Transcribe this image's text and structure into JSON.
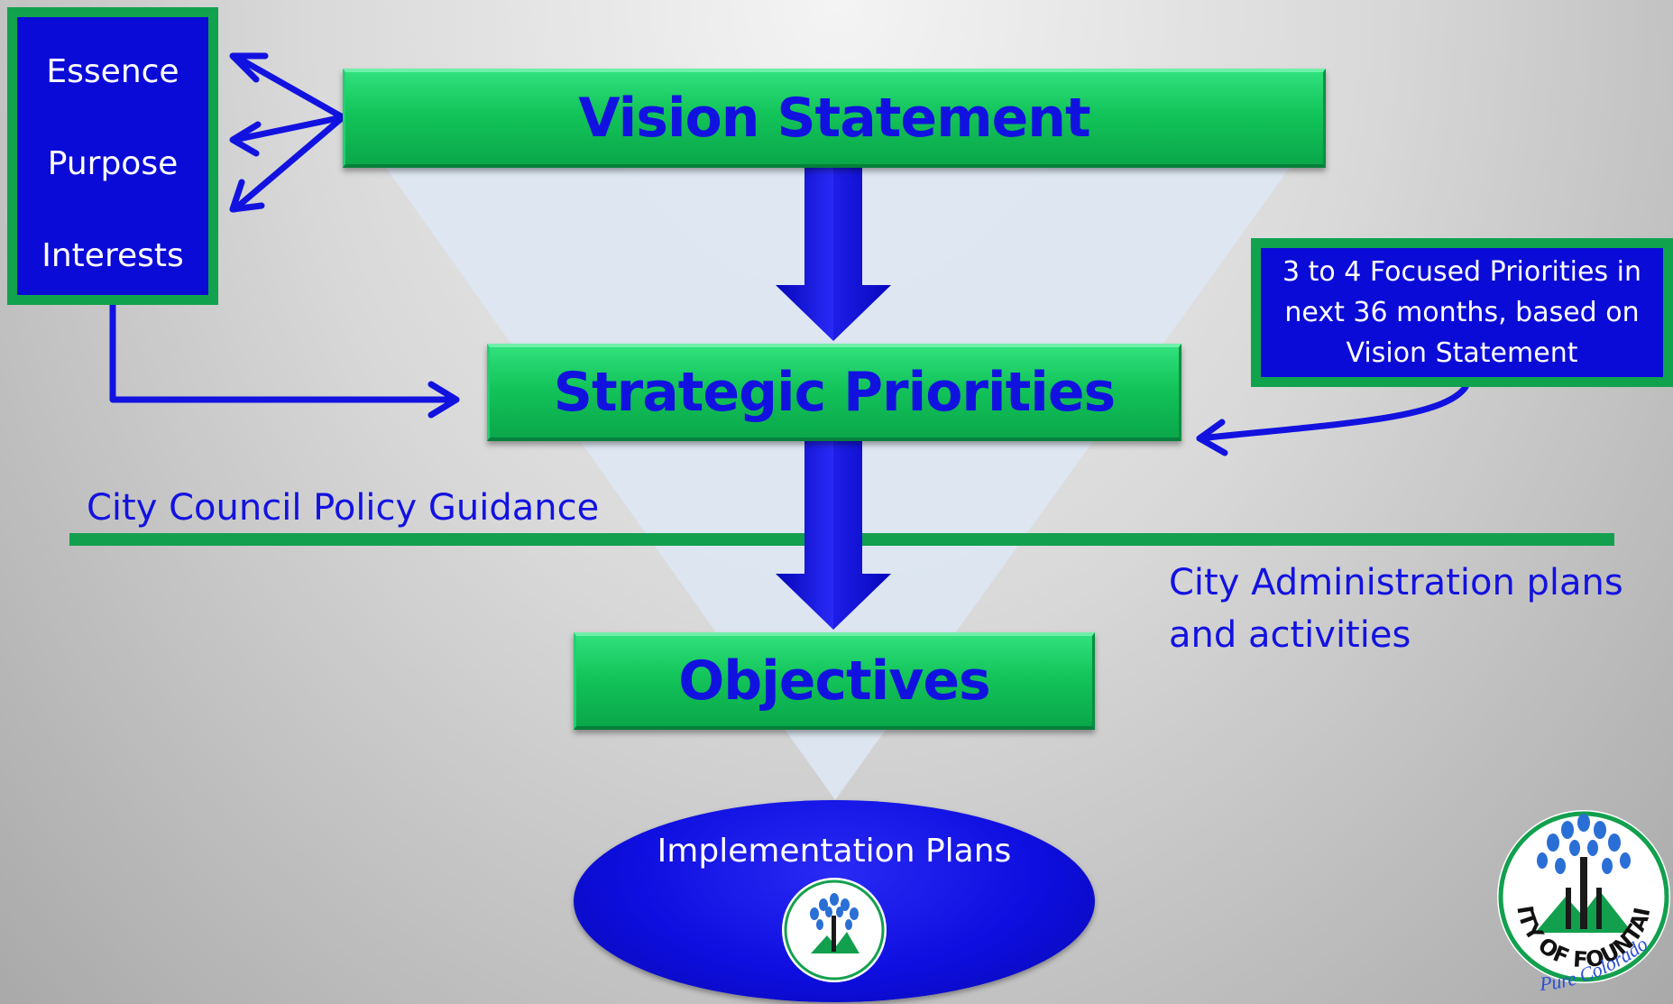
{
  "diagram": {
    "vision": "Vision Statement",
    "priorities": "Strategic Priorities",
    "objectives": "Objectives",
    "implementation": "Implementation Plans",
    "essence_box": {
      "items": [
        "Essence",
        "Purpose",
        "Interests"
      ]
    },
    "focus_note": "3 to 4 Focused Priorities in next 36 months, based on Vision Statement",
    "council_label": "City Council Policy Guidance",
    "admin_label_line1": "City Administration plans",
    "admin_label_line2": "and activities"
  },
  "logo": {
    "text": "CITY OF FOUNTAIN",
    "tagline": "Pure Colorado"
  },
  "colors": {
    "green": "#13c45a",
    "blue": "#0b0bd8",
    "text_blue": "#1212e0",
    "divider": "#13a04e",
    "funnel": "#dce6f2"
  }
}
